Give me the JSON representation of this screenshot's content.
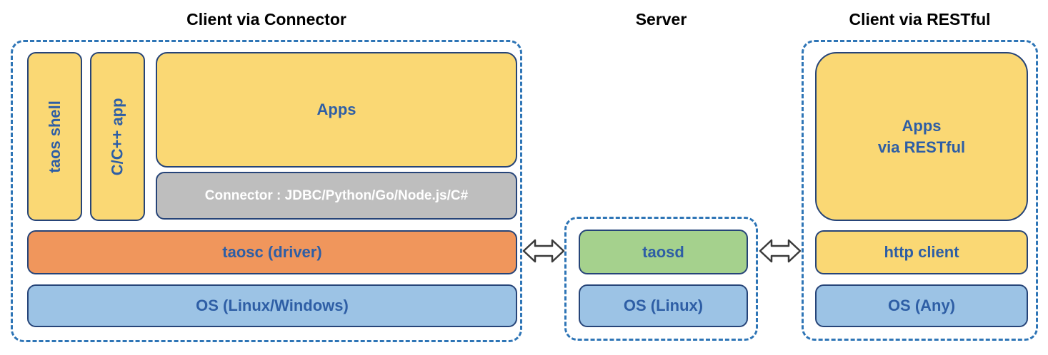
{
  "client_connector": {
    "title": "Client via Connector",
    "taos_shell": "taos shell",
    "cpp_app": "C/C++ app",
    "apps": "Apps",
    "connector": "Connector : JDBC/Python/Go/Node.js/C#",
    "taosc": "taosc (driver)",
    "os": "OS (Linux/Windows)"
  },
  "server": {
    "title": "Server",
    "taosd": "taosd",
    "os": "OS (Linux)"
  },
  "client_restful": {
    "title": "Client via RESTful",
    "apps": "Apps\nvia RESTful",
    "http_client": "http client",
    "os": "OS (Any)"
  },
  "icons": {
    "left_arrow": "double-arrow",
    "right_arrow": "double-arrow"
  },
  "colors": {
    "yellow": "#FAD874",
    "gray": "#BEBEBE",
    "orange": "#F0965C",
    "blue": "#9CC3E5",
    "green": "#A5D18D",
    "box_border": "#264478",
    "dashed_border": "#2E75B6",
    "label_text": "#2E5EA5",
    "connector_text": "#FFFFFF",
    "title_text": "#000000",
    "arrow_fill": "#FFFFFF",
    "arrow_stroke": "#3A3A3A"
  }
}
